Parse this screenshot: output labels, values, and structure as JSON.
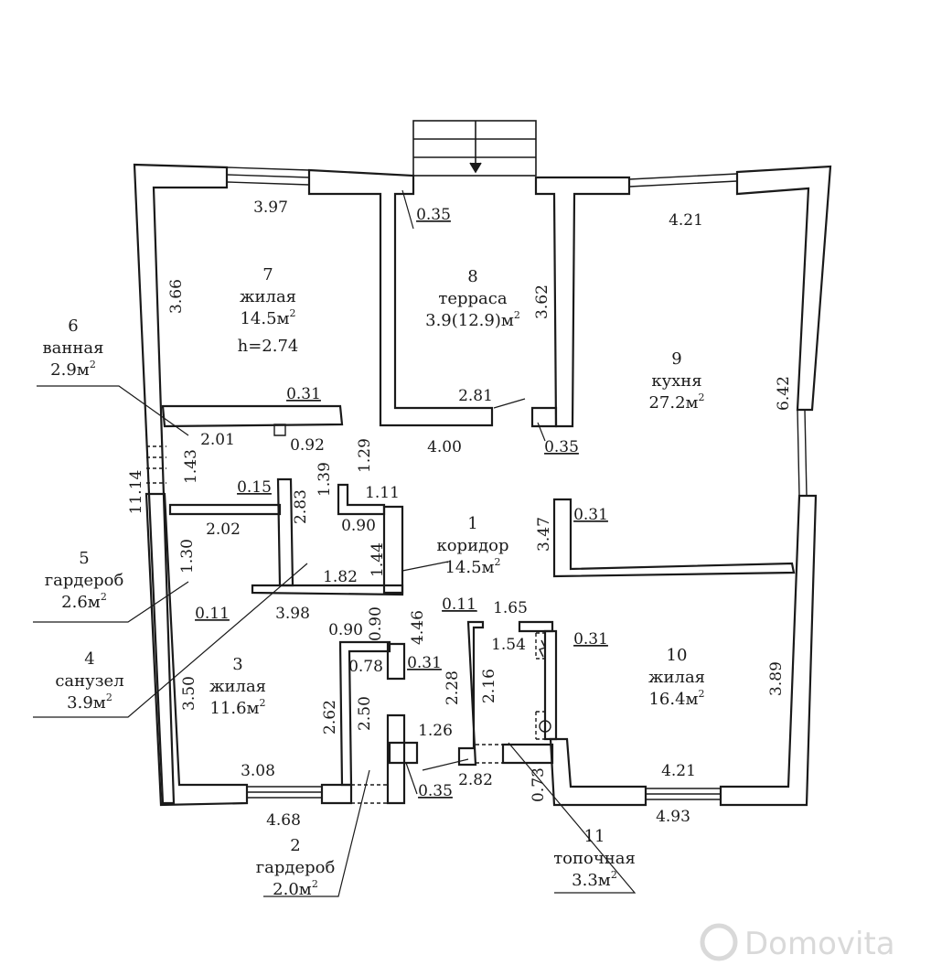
{
  "rooms": [
    {
      "num": "1",
      "name": "коридор",
      "area": "14.5м",
      "sup": "2"
    },
    {
      "num": "2",
      "name": "гардероб",
      "area": "2.0м",
      "sup": "2"
    },
    {
      "num": "3",
      "name": "жилая",
      "area": "11.6м",
      "sup": "2"
    },
    {
      "num": "4",
      "name": "санузел",
      "area": "3.9м",
      "sup": "2"
    },
    {
      "num": "5",
      "name": "гардероб",
      "area": "2.6м",
      "sup": "2"
    },
    {
      "num": "6",
      "name": "ванная",
      "area": "2.9м",
      "sup": "2"
    },
    {
      "num": "7",
      "name": "жилая",
      "area": "14.5м",
      "sup": "2",
      "extra": "h=2.74"
    },
    {
      "num": "8",
      "name": "терраса",
      "area": "3.9(12.9)м",
      "sup": "2"
    },
    {
      "num": "9",
      "name": "кухня",
      "area": "27.2м",
      "sup": "2"
    },
    {
      "num": "10",
      "name": "жилая",
      "area": "16.4м",
      "sup": "2"
    },
    {
      "num": "11",
      "name": "топочная",
      "area": "3.3м",
      "sup": "2"
    }
  ],
  "dimensions": [
    "3.97",
    "0.35",
    "4.21",
    "3.66",
    "3.62",
    "6.42",
    "0.31",
    "2.81",
    "2.01",
    "0.92",
    "4.00",
    "0.35",
    "1.29",
    "1.43",
    "1.39",
    "11.14",
    "0.15",
    "2.83",
    "1.11",
    "0.31",
    "2.02",
    "0.90",
    "3.47",
    "1.30",
    "1.44",
    "1.82",
    "0.11",
    "3.98",
    "0.11",
    "1.65",
    "0.90",
    "0.90",
    "4.46",
    "0.31",
    "1.54",
    "0.78",
    "0.31",
    "2.28",
    "2.16",
    "3.89",
    "3.50",
    "2.62",
    "2.50",
    "1.26",
    "3.08",
    "0.35",
    "2.82",
    "4.21",
    "0.73",
    "4.68",
    "4.93"
  ],
  "watermark": "Domovita",
  "colors": {
    "wall": "#1a1a1a",
    "line": "#1a1a1a",
    "paper": "#ffffff",
    "watermark": "#d9d9d9"
  }
}
